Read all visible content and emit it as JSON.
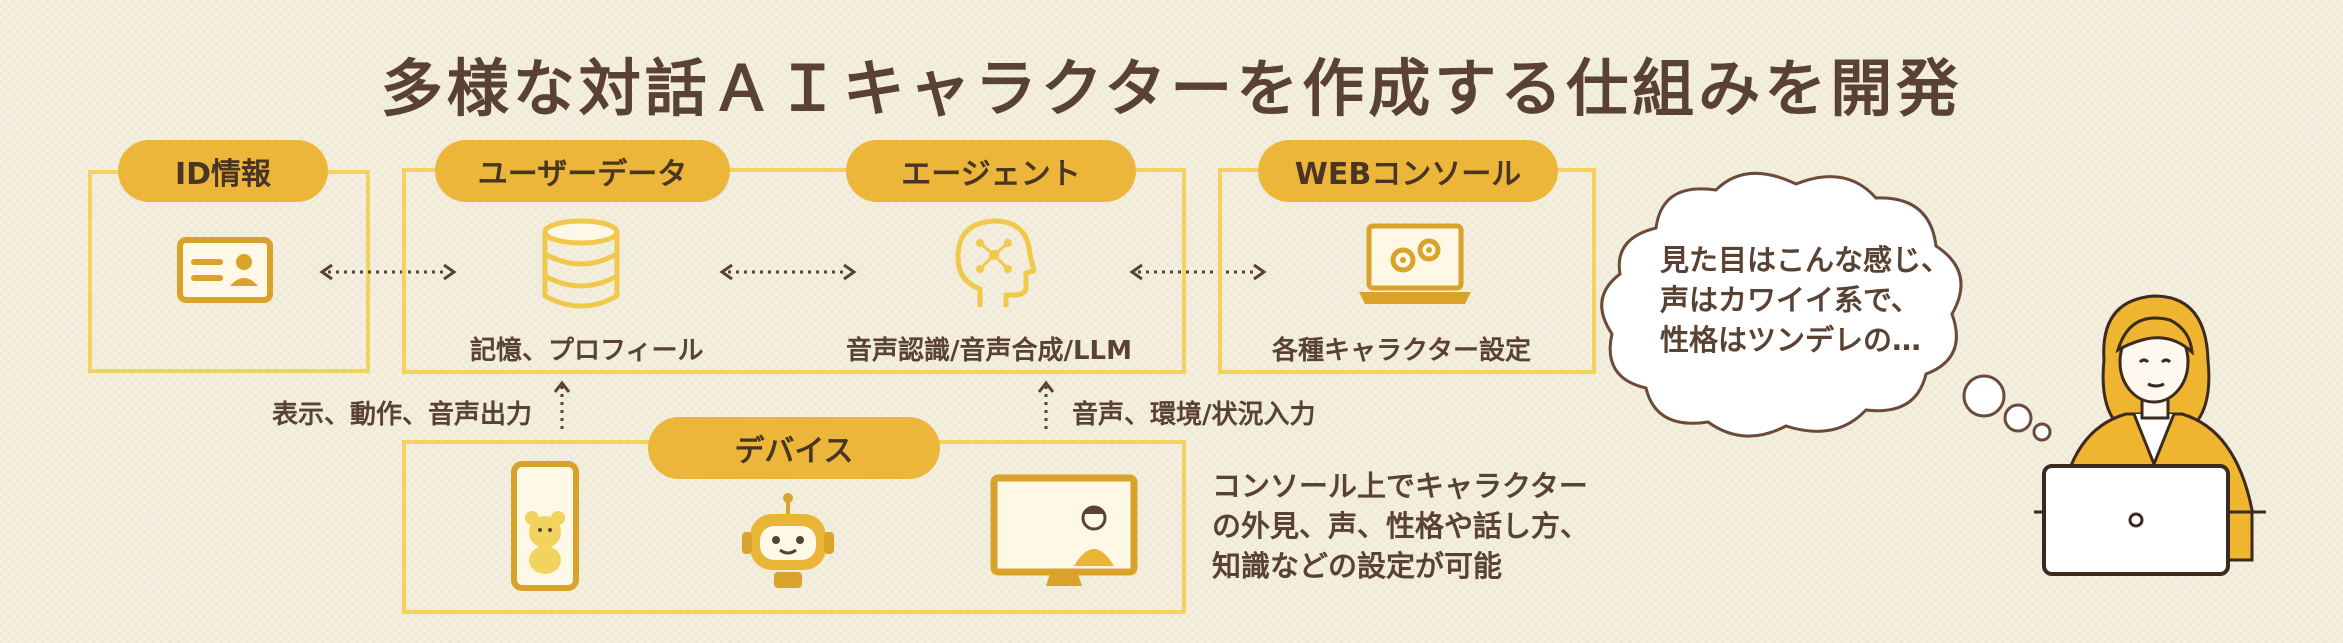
{
  "title": "多様な対話ＡＩキャラクターを作成する仕組みを開発",
  "boxes": {
    "id_info": {
      "label": "ID情報"
    },
    "user_data": {
      "label": "ユーザーデータ",
      "caption": "記憶、プロフィール"
    },
    "agent": {
      "label": "エージェント",
      "caption": "音声認識/音声合成/LLM"
    },
    "web_console": {
      "label": "WEBコンソール",
      "caption": "各種キャラクター設定"
    },
    "device": {
      "label": "デバイス"
    }
  },
  "arrows": {
    "output_label": "表示、動作、音声出力",
    "input_label": "音声、環境/状況入力"
  },
  "description": {
    "line1": "コンソール上でキャラクター",
    "line2": "の外見、声、性格や話し方、",
    "line3": "知識などの設定が可能"
  },
  "thought_bubble": {
    "line1": "見た目はこんな感じ、",
    "line2": "声はカワイイ系で、",
    "line3": "性格はツンデレの…"
  },
  "colors": {
    "accent": "#ebb63a",
    "frame": "#f2d35e",
    "text": "#5a4232",
    "icon": "#d9a22a"
  }
}
